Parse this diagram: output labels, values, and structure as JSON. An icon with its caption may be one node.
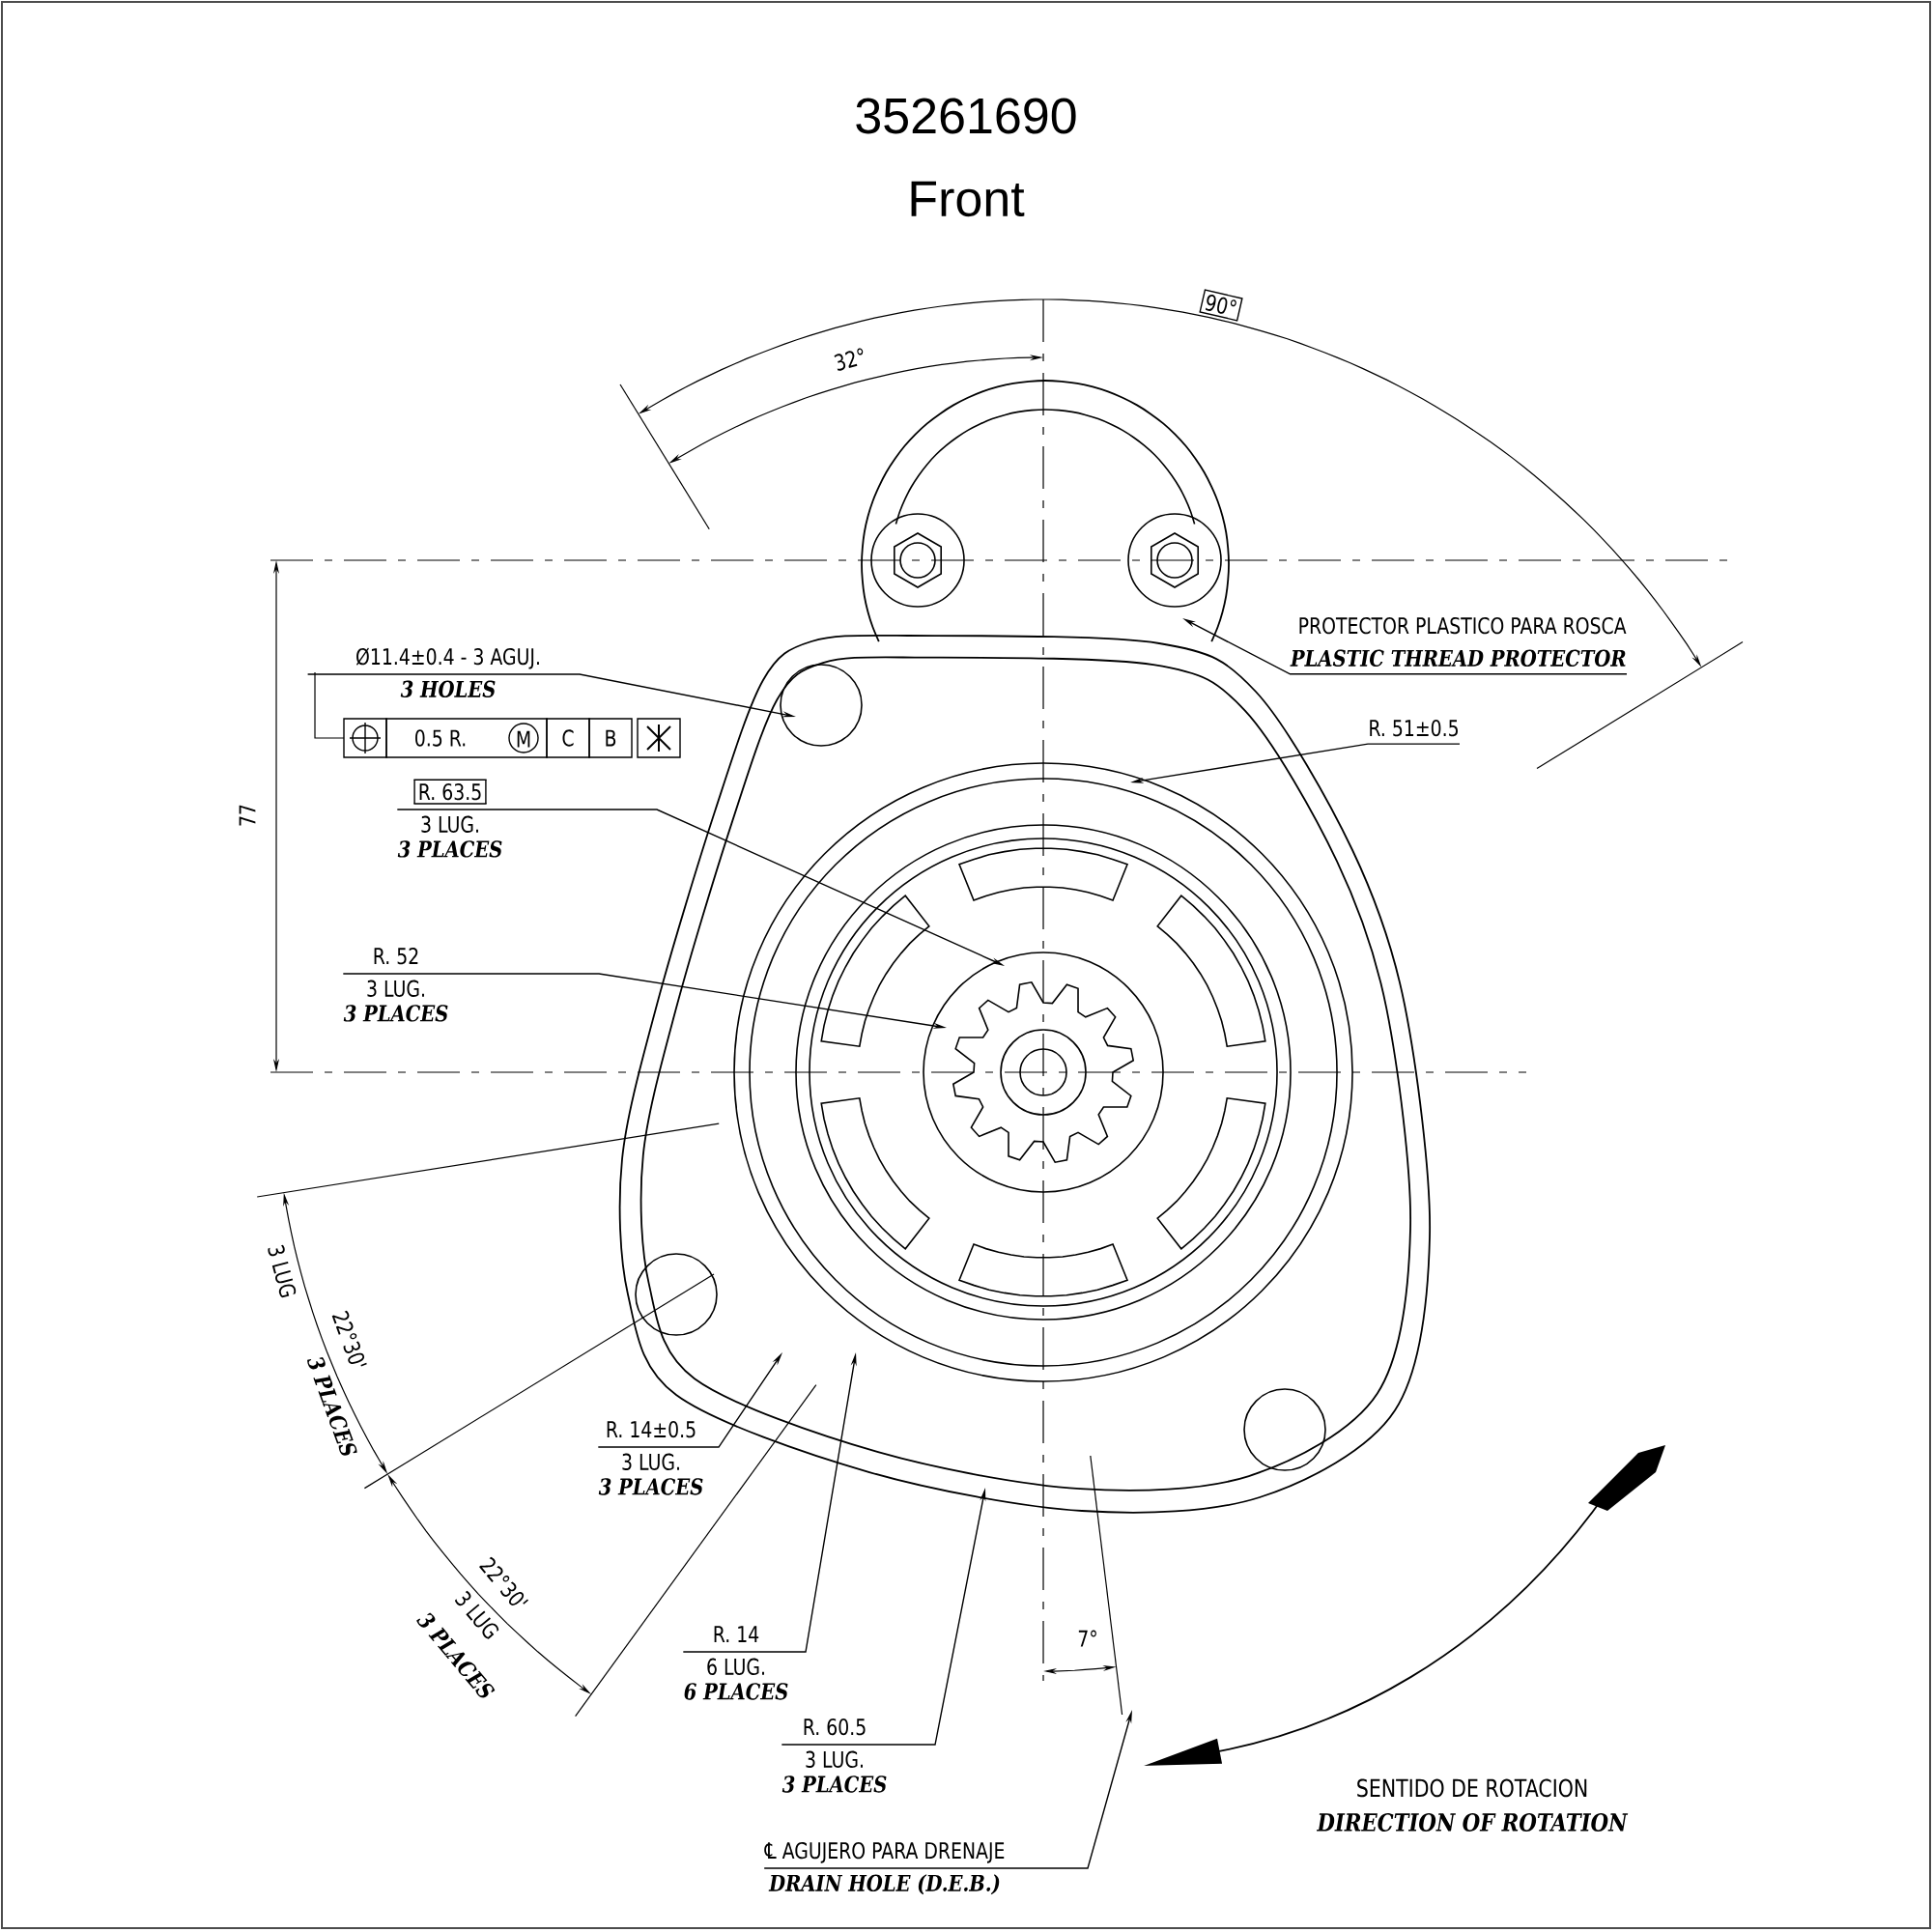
{
  "diagram": {
    "title": "35261690",
    "nodes": [
      {
        "text": [
          "Ø11.4±0.4 - 3 AGUJ.",
          "3 HOLES"
        ]
      },
      {
        "text": [
          "R. 63.5",
          "3 LUG.",
          "3 PLACES"
        ]
      },
      {
        "text": [
          "R. 52",
          "3 LUG.",
          "3 PLACES"
        ]
      },
      {
        "text": [
          "PROTECTOR PLASTICO PARA ROSCA",
          "PLASTIC THREAD PROTECTOR"
        ]
      },
      {
        "text": [
          "R. 51±0.5"
        ]
      },
      {
        "text": [
          "R. 14±0.5",
          "3 LUG.",
          "3 PLACES"
        ]
      },
      {
        "text": [
          "R. 14",
          "6 LUG.",
          "6 PLACES"
        ]
      },
      {
        "text": [
          "R. 60.5",
          "3 LUG.",
          "3 PLACES"
        ]
      },
      {
        "text": [
          "℄ AGUJERO PARA DRENAJE",
          "DRAIN HOLE (D.E.B.)"
        ]
      },
      {
        "text": [
          "SENTIDO DE ROTACION",
          "DIRECTION OF ROTATION"
        ]
      }
    ],
    "edges": [
      {
        "from": 0,
        "to": null,
        "arrow": "to"
      },
      {
        "from": 1,
        "to": null,
        "arrow": "to"
      },
      {
        "from": 2,
        "to": null,
        "arrow": "to"
      },
      {
        "from": 3,
        "to": null,
        "arrow": "to"
      },
      {
        "from": 4,
        "to": null,
        "arrow": "to"
      },
      {
        "from": 5,
        "to": null,
        "arrow": "to"
      },
      {
        "from": 6,
        "to": null,
        "arrow": "to"
      },
      {
        "from": 7,
        "to": null,
        "arrow": "to"
      },
      {
        "from": 8,
        "to": null,
        "arrow": "to"
      }
    ],
    "labels": [
      "Front",
      "90°",
      "32°",
      "0.5 R.",
      "M",
      "C",
      "B",
      "77",
      "3 LUG",
      "22°30'",
      "3 PLACES",
      "22°30'",
      "3 LUG",
      "3 PLACES",
      "7°"
    ]
  }
}
